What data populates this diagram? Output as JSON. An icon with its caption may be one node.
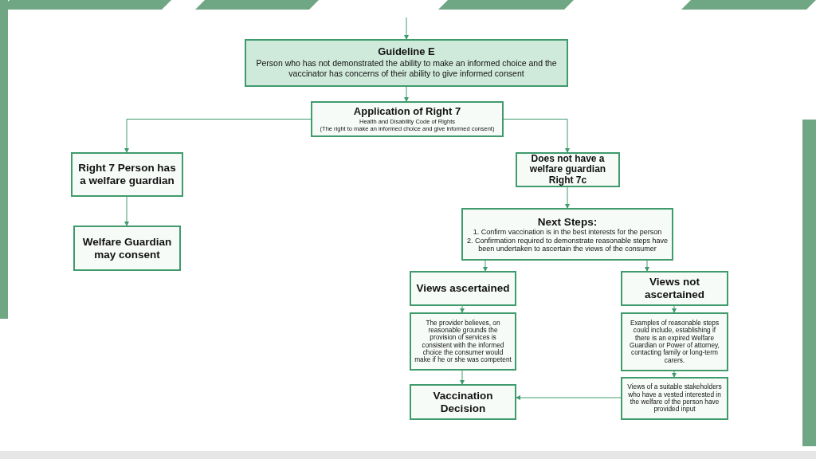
{
  "diagram": {
    "nodes": [
      {
        "text": [
          "Guideline E",
          "Person who has not demonstrated the ability to make an informed choice and the vaccinator has concerns of their ability to give informed consent"
        ]
      },
      {
        "text": [
          "Application of Right 7",
          "Health and Disability Code of Rights",
          "(The right to make an informed choice and give informed consent)"
        ]
      },
      {
        "text": [
          "Right 7 Person has a welfare guardian"
        ]
      },
      {
        "text": [
          "Welfare Guardian may consent"
        ]
      },
      {
        "text": [
          "Does not have a welfare guardian Right 7c"
        ]
      },
      {
        "text": [
          "Next Steps:",
          "1. Confirm vaccination is in the best interests for the person",
          "2. Confirmation required to demonstrate reasonable steps have been undertaken to ascertain the views of the consumer"
        ]
      },
      {
        "text": [
          "Views ascertained"
        ]
      },
      {
        "text": [
          "Views not ascertained"
        ]
      },
      {
        "text": [
          "The provider believes, on reasonable grounds the provision of services is consistent with the informed choice the consumer would make if he or she was competent"
        ]
      },
      {
        "text": [
          "Examples of reasonable steps could include, establishing if there is an expired Welfare Guardian or Power of attorney, contacting family or long-term carers."
        ]
      },
      {
        "text": [
          "Vaccination Decision"
        ]
      },
      {
        "text": [
          "Views of a suitable stakeholders who have a vested interested in the welfare of the person have provided input"
        ]
      }
    ],
    "edges": [
      {
        "from": null,
        "to": 0,
        "arrow": "to"
      },
      {
        "from": 0,
        "to": 1,
        "arrow": "to"
      },
      {
        "from": 1,
        "to": 2,
        "arrow": "to"
      },
      {
        "from": 1,
        "to": 4,
        "arrow": "to"
      },
      {
        "from": 2,
        "to": 3,
        "arrow": "to"
      },
      {
        "from": 4,
        "to": 5,
        "arrow": "to"
      },
      {
        "from": 5,
        "to": 6,
        "arrow": "to"
      },
      {
        "from": 5,
        "to": 7,
        "arrow": "to"
      },
      {
        "from": 6,
        "to": 8,
        "arrow": "to"
      },
      {
        "from": 7,
        "to": 9,
        "arrow": "to"
      },
      {
        "from": 8,
        "to": 10,
        "arrow": "to"
      },
      {
        "from": 9,
        "to": 11,
        "arrow": "to"
      },
      {
        "from": 11,
        "to": 10,
        "arrow": "to"
      }
    ]
  }
}
